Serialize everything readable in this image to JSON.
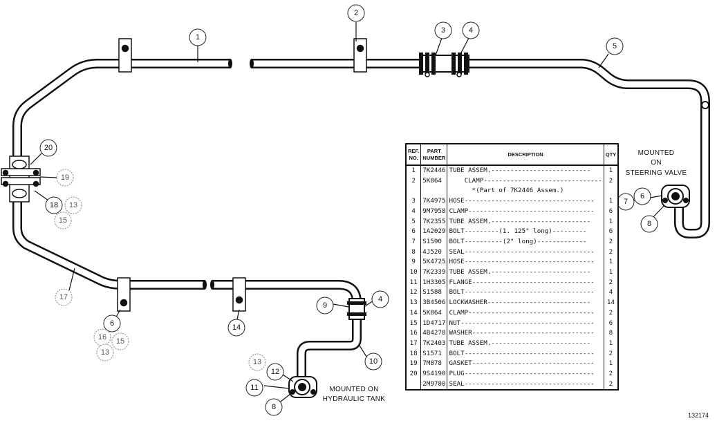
{
  "drawing_number": "132174",
  "notes": {
    "steering": [
      "MOUNTED",
      "ON",
      "STEERING VALVE"
    ],
    "tank": [
      "MOUNTED ON",
      "HYDRAULIC TANK"
    ]
  },
  "table": {
    "headers": {
      "ref": [
        "REF.",
        "NO."
      ],
      "part": [
        "PART",
        "NUMBER"
      ],
      "desc": "DESCRIPTION",
      "qty": "QTY"
    },
    "rows": [
      {
        "ref": "1",
        "part": "7K2446",
        "desc": "TUBE ASSEM.--------------------------",
        "qty": "1"
      },
      {
        "ref": "2",
        "part": "5K864",
        "desc": "    CLAMP-------------------------------",
        "qty": "2"
      },
      {
        "ref": "",
        "part": "",
        "desc": "      *(Part of 7K2446 Assem.)",
        "qty": ""
      },
      {
        "ref": "3",
        "part": "7K4975",
        "desc": "HOSE----------------------------------",
        "qty": "1"
      },
      {
        "ref": "4",
        "part": "9M7958",
        "desc": "CLAMP---------------------------------",
        "qty": "6"
      },
      {
        "ref": "5",
        "part": "7K2355",
        "desc": "TUBE ASSEM.--------------------------",
        "qty": "1"
      },
      {
        "ref": "6",
        "part": "1A2029",
        "desc": "BOLT---------(1. 125\" long)---------",
        "qty": "6"
      },
      {
        "ref": "7",
        "part": "S1590",
        "desc": "BOLT----------(2\" long)-------------",
        "qty": "2"
      },
      {
        "ref": "8",
        "part": "4J520",
        "desc": "SEAL----------------------------------",
        "qty": "2"
      },
      {
        "ref": "9",
        "part": "5K4725",
        "desc": "HOSE----------------------------------",
        "qty": "1"
      },
      {
        "ref": "10",
        "part": "7K2339",
        "desc": "TUBE ASSEM.--------------------------",
        "qty": "1"
      },
      {
        "ref": "11",
        "part": "1H3305",
        "desc": "FLANGE--------------------------------",
        "qty": "2"
      },
      {
        "ref": "12",
        "part": "S1588",
        "desc": "BOLT----------------------------------",
        "qty": "4"
      },
      {
        "ref": "13",
        "part": "3B4506",
        "desc": "LOCKWASHER---------------------------",
        "qty": "14"
      },
      {
        "ref": "14",
        "part": "5K864",
        "desc": "CLAMP---------------------------------",
        "qty": "2"
      },
      {
        "ref": "15",
        "part": "1D4717",
        "desc": "NUT-----------------------------------",
        "qty": "6"
      },
      {
        "ref": "16",
        "part": "4B4278",
        "desc": "WASHER--------------------------------",
        "qty": "8"
      },
      {
        "ref": "17",
        "part": "7K2403",
        "desc": "TUBE ASSEM.--------------------------",
        "qty": "1"
      },
      {
        "ref": "18",
        "part": "S1571",
        "desc": "BOLT----------------------------------",
        "qty": "2"
      },
      {
        "ref": "19",
        "part": "7M878",
        "desc": "GASKET--------------------------------",
        "qty": "1"
      },
      {
        "ref": "20",
        "part": "9S4190",
        "desc": "PLUG----------------------------------",
        "qty": "2"
      },
      {
        "ref": "",
        "part": "2M9780",
        "desc": "SEAL----------------------------------",
        "qty": "2"
      }
    ]
  },
  "callouts": [
    {
      "id": "c1",
      "label": "1"
    },
    {
      "id": "c2",
      "label": "2"
    },
    {
      "id": "c3",
      "label": "3"
    },
    {
      "id": "c4",
      "label": "4"
    },
    {
      "id": "c5",
      "label": "5"
    },
    {
      "id": "c20",
      "label": "20"
    },
    {
      "id": "c19",
      "label": "19"
    },
    {
      "id": "c18",
      "label": "18"
    },
    {
      "id": "c13a",
      "label": "13"
    },
    {
      "id": "c15a",
      "label": "15"
    },
    {
      "id": "c17",
      "label": "17"
    },
    {
      "id": "c6a",
      "label": "6"
    },
    {
      "id": "c16",
      "label": "16"
    },
    {
      "id": "c15b",
      "label": "15"
    },
    {
      "id": "c13b",
      "label": "13"
    },
    {
      "id": "c14",
      "label": "14"
    },
    {
      "id": "c9",
      "label": "9"
    },
    {
      "id": "c4b",
      "label": "4"
    },
    {
      "id": "c10",
      "label": "10"
    },
    {
      "id": "c13c",
      "label": "13"
    },
    {
      "id": "c12",
      "label": "12"
    },
    {
      "id": "c11",
      "label": "11"
    },
    {
      "id": "c8a",
      "label": "8"
    },
    {
      "id": "c7",
      "label": "7"
    },
    {
      "id": "c6b",
      "label": "6"
    },
    {
      "id": "c8b",
      "label": "8"
    }
  ]
}
